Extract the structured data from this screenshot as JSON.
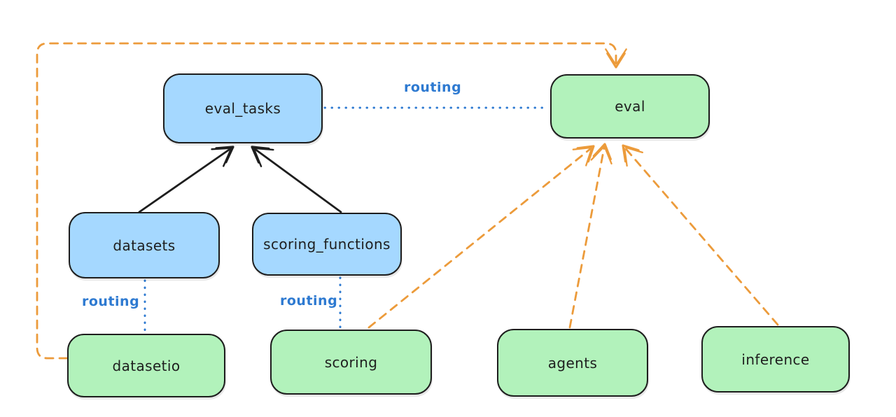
{
  "diagram": {
    "title": "",
    "nodes": {
      "eval_tasks": {
        "label": "eval_tasks",
        "kind": "api",
        "fill": "#a5d8ff"
      },
      "eval": {
        "label": "eval",
        "kind": "provider",
        "fill": "#b2f2bb"
      },
      "datasets": {
        "label": "datasets",
        "kind": "api",
        "fill": "#a5d8ff"
      },
      "scoring_functions": {
        "label": "scoring_functions",
        "kind": "api",
        "fill": "#a5d8ff"
      },
      "datasetio": {
        "label": "datasetio",
        "kind": "provider",
        "fill": "#b2f2bb"
      },
      "scoring": {
        "label": "scoring",
        "kind": "provider",
        "fill": "#b2f2bb"
      },
      "agents": {
        "label": "agents",
        "kind": "provider",
        "fill": "#b2f2bb"
      },
      "inference": {
        "label": "inference",
        "kind": "provider",
        "fill": "#b2f2bb"
      }
    },
    "edges": [
      {
        "from": "datasets",
        "to": "eval_tasks",
        "style": "solid-black-arrow",
        "label": ""
      },
      {
        "from": "scoring_functions",
        "to": "eval_tasks",
        "style": "solid-black-arrow",
        "label": ""
      },
      {
        "from": "eval_tasks",
        "to": "eval",
        "style": "dotted-blue",
        "label": "routing"
      },
      {
        "from": "datasets",
        "to": "datasetio",
        "style": "dotted-blue",
        "label": "routing"
      },
      {
        "from": "scoring_functions",
        "to": "scoring",
        "style": "dotted-blue",
        "label": "routing"
      },
      {
        "from": "datasetio",
        "to": "eval",
        "style": "dashed-orange-arrow",
        "label": ""
      },
      {
        "from": "scoring",
        "to": "eval",
        "style": "dashed-orange-arrow",
        "label": ""
      },
      {
        "from": "agents",
        "to": "eval",
        "style": "dashed-orange-arrow",
        "label": ""
      },
      {
        "from": "inference",
        "to": "eval",
        "style": "dashed-orange-arrow",
        "label": ""
      }
    ],
    "colors": {
      "background": "#ffffff",
      "node_stroke": "#1e1e1e",
      "api_fill": "#a5d8ff",
      "provider_fill": "#b2f2bb",
      "routing_line_blue": "#2e7ad1",
      "dependency_line_orange": "#ec9b3b"
    }
  }
}
